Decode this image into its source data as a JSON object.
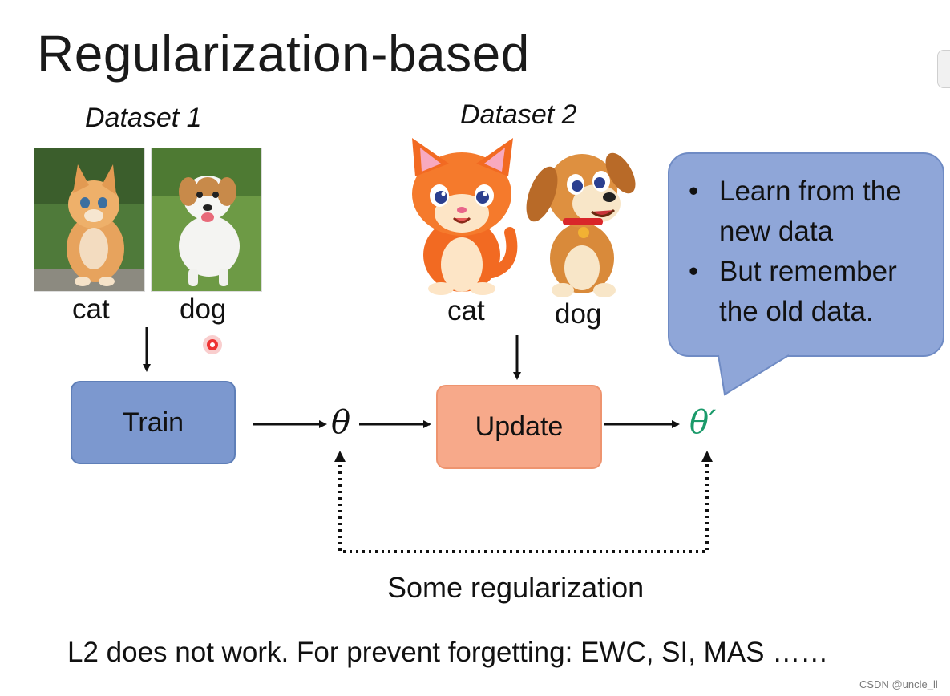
{
  "title": "Regularization-based",
  "dataset1": {
    "label": "Dataset 1",
    "items": [
      {
        "word": "cat",
        "icon": "cat-photo"
      },
      {
        "word": "dog",
        "icon": "dog-photo"
      }
    ]
  },
  "dataset2": {
    "label": "Dataset 2",
    "items": [
      {
        "word": "cat",
        "icon": "cartoon-cat"
      },
      {
        "word": "dog",
        "icon": "cartoon-dog"
      }
    ]
  },
  "boxes": {
    "train": "Train",
    "update": "Update"
  },
  "params": {
    "theta": "θ",
    "theta_prime": "θ′",
    "theta_prime_color": "#1a9a6a"
  },
  "bubble": {
    "points": [
      "Learn from the new data",
      "But remember the old data."
    ]
  },
  "regularization_label": "Some regularization",
  "bottom_note": "L2 does not work. For prevent forgetting: EWC, SI, MAS ……",
  "watermark": "CSDN @uncle_ll",
  "colors": {
    "train_fill": "#7c98cf",
    "update_fill": "#f7a98a",
    "bubble_fill": "#8fa6d8"
  }
}
